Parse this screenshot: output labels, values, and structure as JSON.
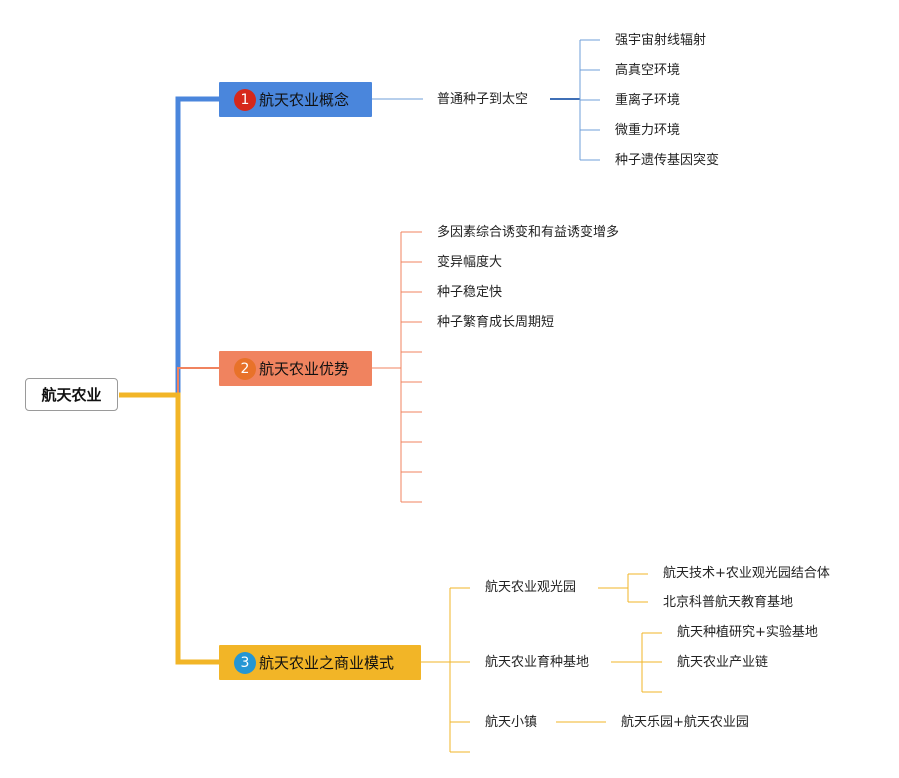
{
  "root": {
    "label": "航天农业"
  },
  "branches": [
    {
      "number": "1",
      "label": "航天农业概念",
      "color": "#4a86dc",
      "badge_color": "#d6281b",
      "sub": {
        "label": "普通种子到太空",
        "children": [
          "强宇宙射线辐射",
          "高真空环境",
          "重离子环境",
          "微重力环境",
          "种子遗传基因突变"
        ]
      }
    },
    {
      "number": "2",
      "label": "航天农业优势",
      "color": "#f0835f",
      "badge_color": "#e8722a",
      "items": [
        "多因素综合诱变和有益诱变增多",
        "变异幅度大",
        "种子稳定快",
        "种子繁育成长周期短"
      ]
    },
    {
      "number": "3",
      "label": "航天农业之商业模式",
      "color": "#f2b527",
      "badge_color": "#2596d4",
      "subs": [
        {
          "label": "航天农业观光园",
          "children": [
            "航天技术+农业观光园结合体",
            "北京科普航天教育基地"
          ]
        },
        {
          "label": "航天农业育种基地",
          "children": [
            "航天种植研究+实验基地",
            "航天农业产业链"
          ]
        },
        {
          "label": "航天小镇",
          "children": [
            "航天乐园+航天农业园"
          ]
        }
      ]
    }
  ]
}
